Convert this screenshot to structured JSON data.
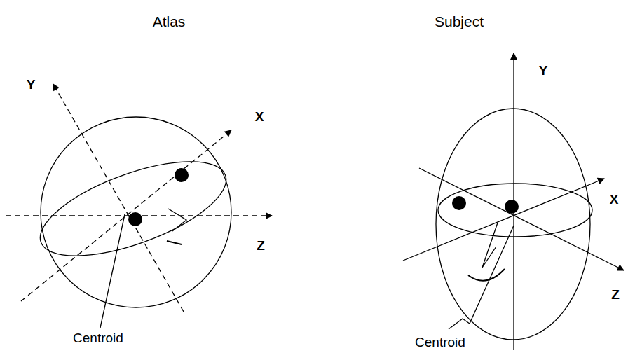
{
  "diagram": {
    "labels": [
      "Atlas",
      "Subject",
      "Y",
      "X",
      "Z",
      "Centroid",
      "Y",
      "X",
      "Z",
      "Centroid"
    ]
  }
}
